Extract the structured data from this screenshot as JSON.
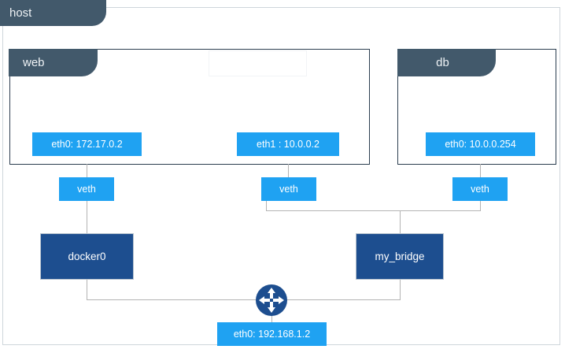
{
  "diagram": {
    "title": "host",
    "type": "network-topology",
    "colors": {
      "tab": "#42596b",
      "container_border": "#2c3e50",
      "nic": "#1fa2f2",
      "bridge": "#1d4e8f",
      "line": "#b3b3b3",
      "host_border": "#cfd6db",
      "router": "#1d4e8f"
    }
  },
  "host": {
    "label": "host"
  },
  "containers": [
    {
      "id": "web",
      "label": "web"
    },
    {
      "id": "db",
      "label": "db"
    }
  ],
  "interfaces": {
    "web_eth0": {
      "label": "eth0: 172.17.0.2"
    },
    "web_eth1": {
      "label": "eth1 : 10.0.0.2"
    },
    "db_eth0": {
      "label": "eth0: 10.0.0.254"
    },
    "host_eth0": {
      "label": "eth0: 192.168.1.2"
    }
  },
  "veths": [
    {
      "id": "veth-docker0",
      "label": "veth"
    },
    {
      "id": "veth-mybridge-web",
      "label": "veth"
    },
    {
      "id": "veth-mybridge-db",
      "label": "veth"
    }
  ],
  "bridges": [
    {
      "id": "docker0",
      "label": "docker0"
    },
    {
      "id": "my_bridge",
      "label": "my_bridge"
    }
  ],
  "router": {
    "name": "router-icon",
    "label": ""
  }
}
